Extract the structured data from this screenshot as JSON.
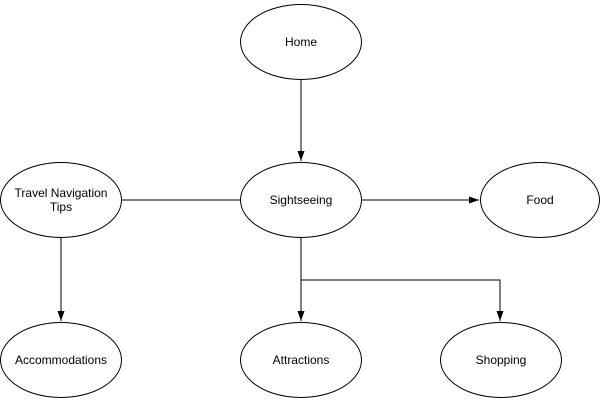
{
  "diagram": {
    "type": "flowchart",
    "colors": {
      "background": "#ffffff",
      "node_fill": "#ffffff",
      "stroke": "#000000",
      "text": "#000000"
    },
    "nodes": [
      {
        "id": "home",
        "label": "Home"
      },
      {
        "id": "travel-navigation-tips",
        "label": "Travel Navigation Tips"
      },
      {
        "id": "sightseeing",
        "label": "Sightseeing"
      },
      {
        "id": "food",
        "label": "Food"
      },
      {
        "id": "accommodations",
        "label": "Accommodations"
      },
      {
        "id": "attractions",
        "label": "Attractions"
      },
      {
        "id": "shopping",
        "label": "Shopping"
      }
    ],
    "edges": [
      {
        "from": "Home",
        "to": "Sightseeing",
        "directed": true,
        "arrowhead": "filled-triangle"
      },
      {
        "from": "Travel Navigation Tips",
        "to": "Sightseeing",
        "directed": false,
        "arrowhead": "none"
      },
      {
        "from": "Sightseeing",
        "to": "Food",
        "directed": true,
        "arrowhead": "filled-triangle"
      },
      {
        "from": "Travel Navigation Tips",
        "to": "Accommodations",
        "directed": true,
        "arrowhead": "filled-triangle"
      },
      {
        "from": "Sightseeing",
        "to": "Attractions",
        "directed": true,
        "arrowhead": "filled-triangle"
      },
      {
        "from": "Sightseeing",
        "to": "Shopping",
        "directed": true,
        "arrowhead": "filled-triangle",
        "routing": "orthogonal"
      }
    ]
  }
}
